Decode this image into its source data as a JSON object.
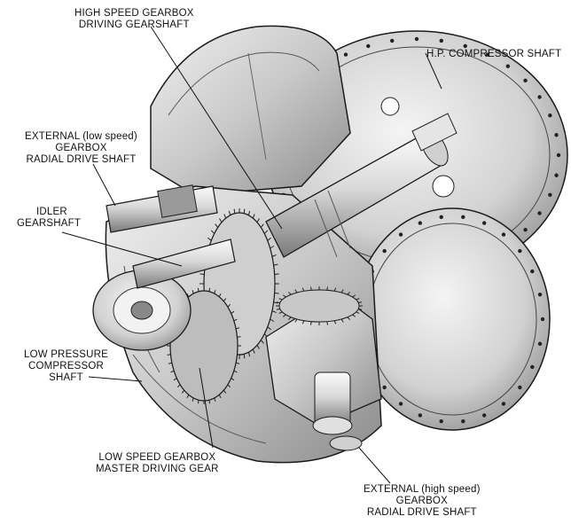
{
  "labels": {
    "high_speed_driving_gearshaft": [
      "HIGH SPEED GEARBOX",
      "DRIVING GEARSHAFT"
    ],
    "hp_compressor_shaft": [
      "H.P. COMPRESSOR SHAFT"
    ],
    "external_low_speed": [
      "EXTERNAL (low speed)",
      "GEARBOX",
      "RADIAL DRIVE SHAFT"
    ],
    "idler_gearshaft": [
      "IDLER",
      "GEARSHAFT"
    ],
    "low_pressure_compressor_shaft": [
      "LOW PRESSURE",
      "COMPRESSOR",
      "SHAFT"
    ],
    "low_speed_master_gear": [
      "LOW SPEED GEARBOX",
      "MASTER DRIVING GEAR"
    ],
    "external_high_speed": [
      "EXTERNAL (high speed)",
      "GEARBOX",
      "RADIAL DRIVE SHAFT"
    ]
  },
  "colors": {
    "metal_light": "#e9e9e9",
    "metal_mid": "#bdbdbd",
    "metal_dark": "#6e6e6e",
    "outline": "#1a1a1a"
  }
}
